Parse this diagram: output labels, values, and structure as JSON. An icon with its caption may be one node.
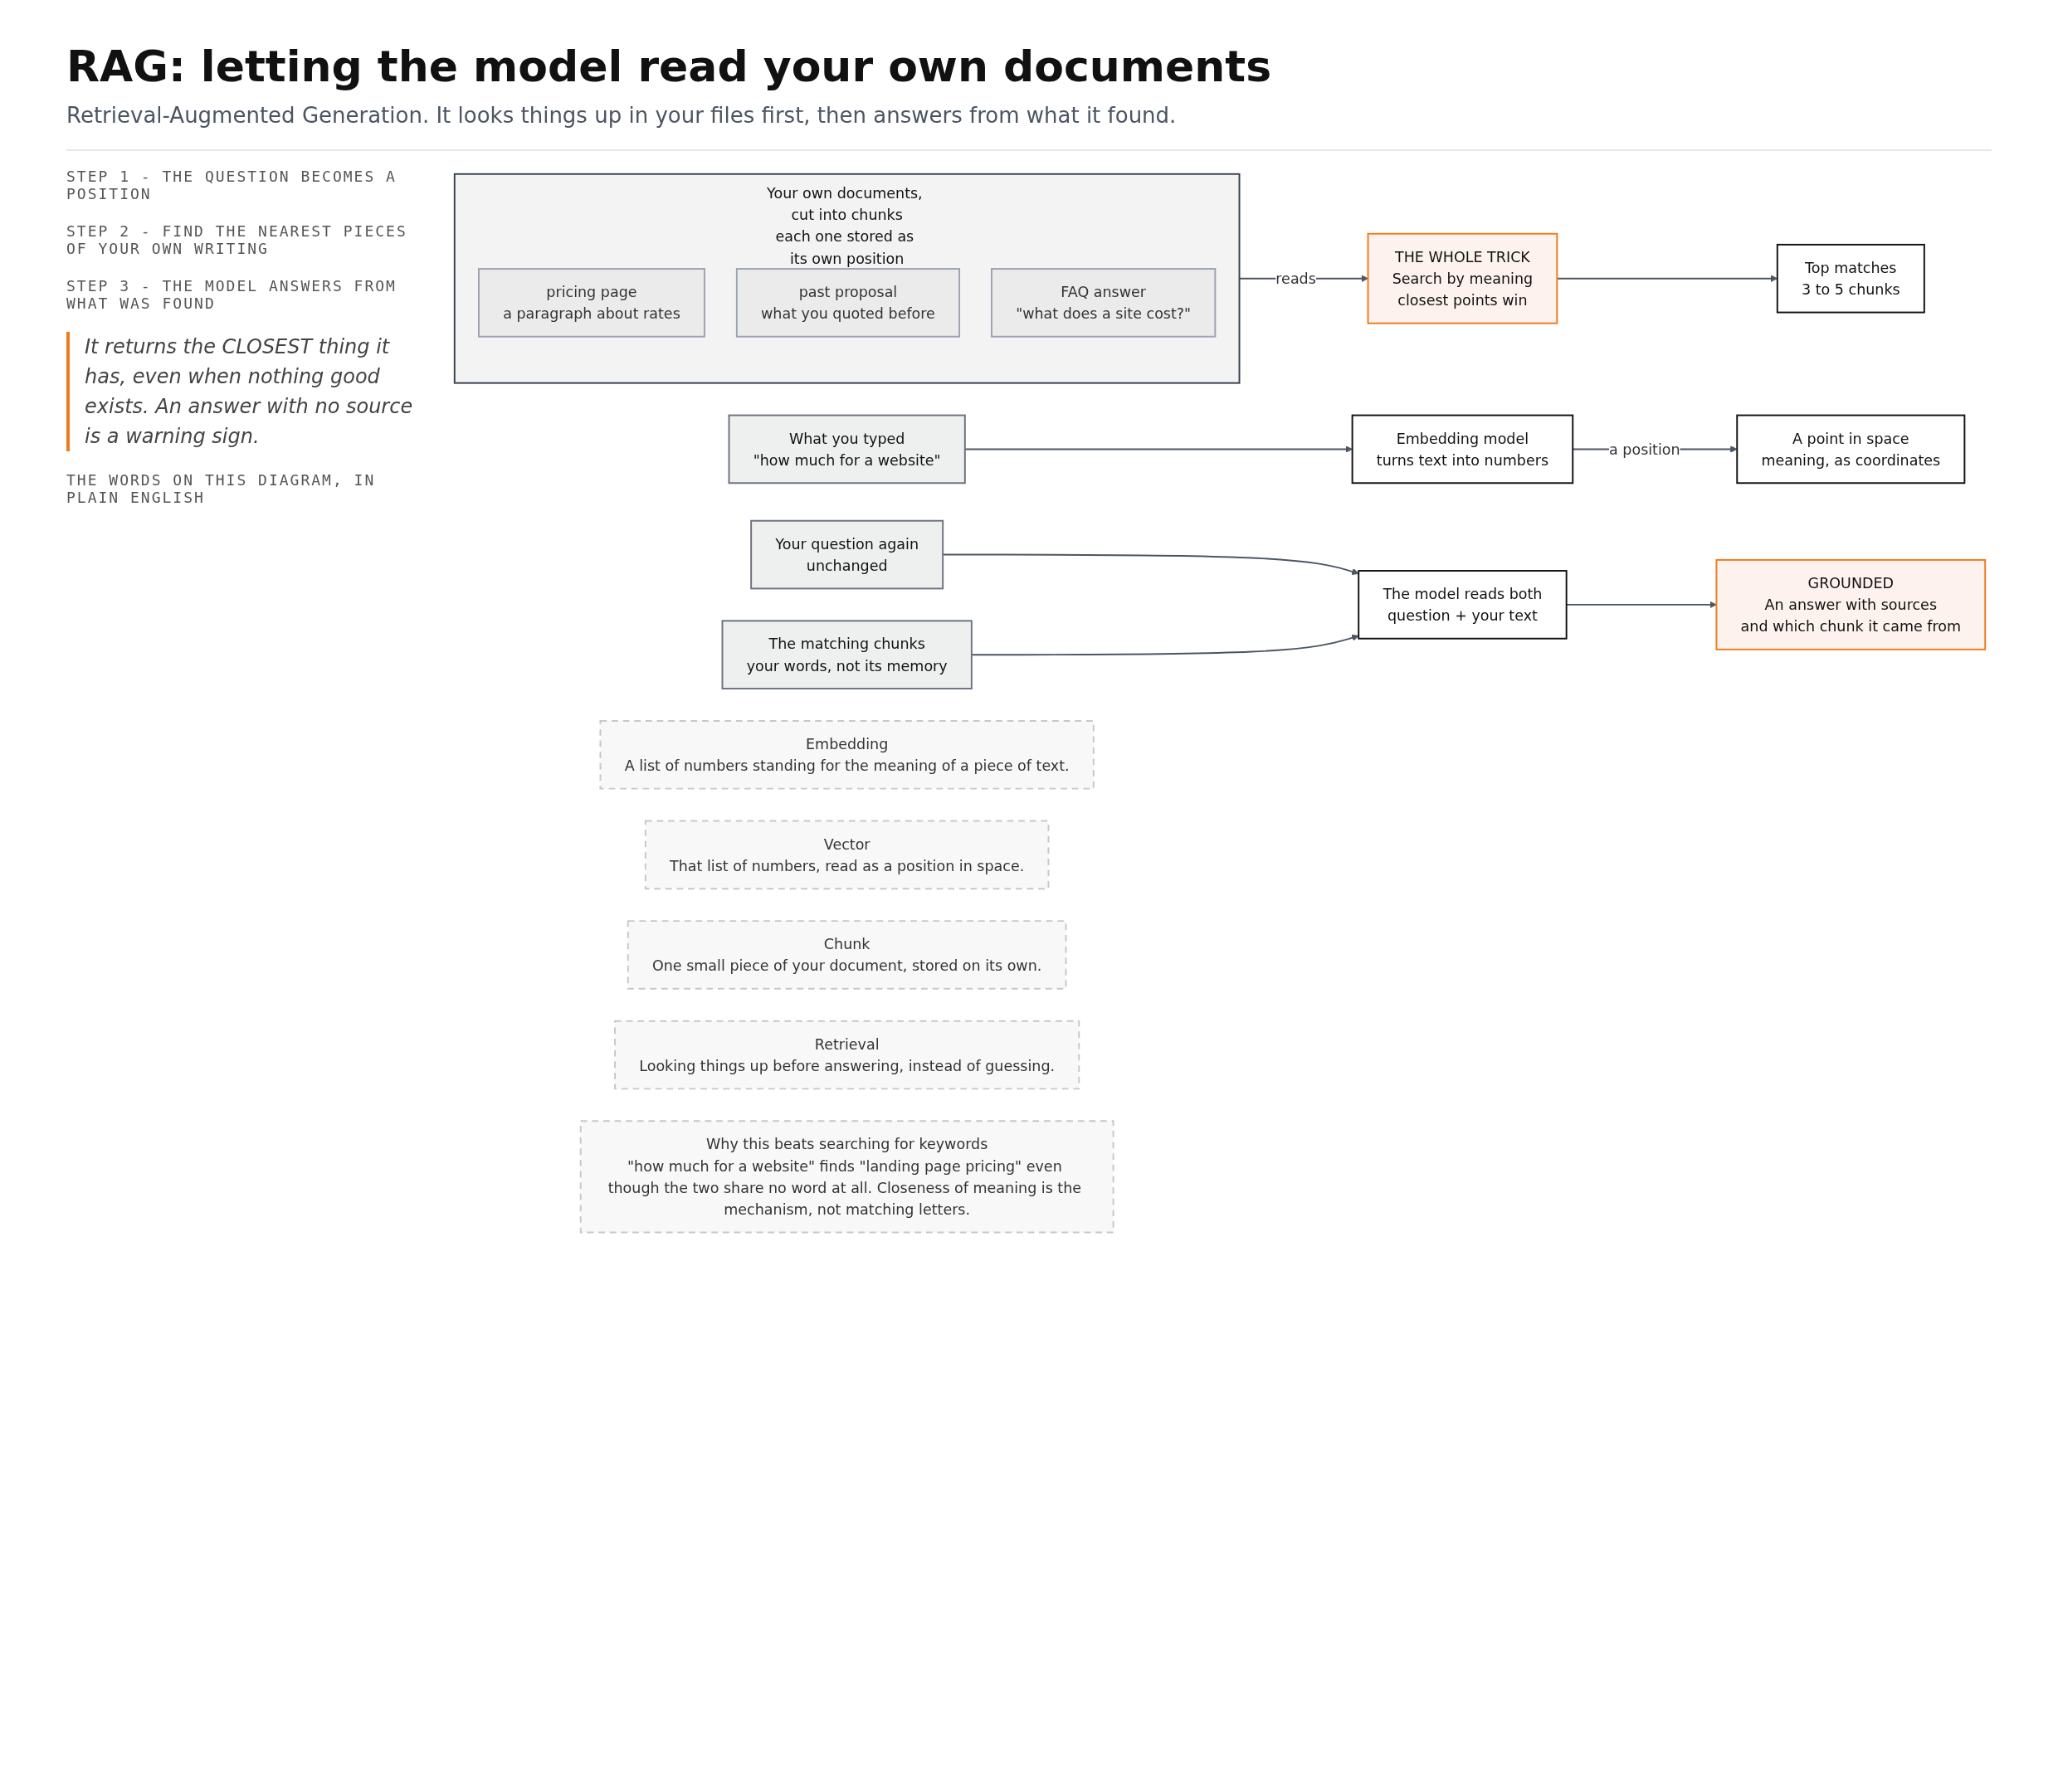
{
  "diagram": {
    "title": "RAG: letting the model read your own documents",
    "caption": "Retrieval-Augmented Generation. It looks things up in your files first, then answers from what it found.",
    "nodes": [
      {
        "text": [
          "What you typed",
          "\"how much for a website\""
        ]
      },
      {
        "text": [
          "Embedding model",
          "turns text into numbers"
        ]
      },
      {
        "text": [
          "A point in space",
          "meaning, as coordinates"
        ]
      },
      {
        "text": [
          "Your own documents, cut into chunks",
          "each one stored as its own position"
        ]
      },
      {
        "text": [
          "pricing page",
          "a paragraph about rates"
        ],
        "in": 3
      },
      {
        "text": [
          "past proposal",
          "what you quoted before"
        ],
        "in": 3
      },
      {
        "text": [
          "FAQ answer",
          "\"what does a site cost?\""
        ],
        "in": 3
      },
      {
        "text": [
          "THE WHOLE TRICK",
          "Search by meaning",
          "closest points win"
        ]
      },
      {
        "text": [
          "Top matches",
          "3 to 5 chunks"
        ]
      },
      {
        "text": [
          "Your question again",
          "unchanged"
        ]
      },
      {
        "text": [
          "The matching chunks",
          "your words, not its memory"
        ]
      },
      {
        "text": [
          "The model reads both",
          "question + your text"
        ]
      },
      {
        "text": [
          "GROUNDED",
          "An answer with sources",
          "and which chunk it came from"
        ]
      },
      {
        "text": [
          "Embedding",
          "A list of numbers standing for the meaning of a piece of text."
        ]
      },
      {
        "text": [
          "Vector",
          "That list of numbers, read as a position in space."
        ]
      },
      {
        "text": [
          "Chunk",
          "One small piece of your document, stored on its own."
        ]
      },
      {
        "text": [
          "Retrieval",
          "Looking things up before answering, instead of guessing."
        ]
      },
      {
        "text": [
          "Why this beats searching for keywords",
          "\"how much for a website\" finds \"landing page pricing\" even though the two share no word at all. Closeness of meaning is the mechanism, not matching letters."
        ]
      }
    ],
    "edges": [
      {
        "from": 0,
        "to": 1,
        "arrow": "to"
      },
      {
        "from": 1,
        "to": 2,
        "arrow": "to",
        "label": "a position"
      },
      {
        "from": 3,
        "to": 7,
        "arrow": "to",
        "label": "reads"
      },
      {
        "from": 7,
        "to": 8,
        "arrow": "to"
      },
      {
        "from": 9,
        "to": 11,
        "arrow": "to"
      },
      {
        "from": 10,
        "to": 11,
        "arrow": "to"
      },
      {
        "from": 11,
        "to": 12,
        "arrow": "to"
      }
    ],
    "labels": [
      "STEP 1 - THE QUESTION BECOMES A POSITION",
      "STEP 2 - FIND THE NEAREST PIECES OF YOUR OWN WRITING",
      "STEP 3 - THE MODEL ANSWERS FROM WHAT WAS FOUND",
      "It returns the CLOSEST thing it has, even when nothing good exists. An answer with no source is a warning sign.",
      "THE WORDS ON THIS DIAGRAM, IN PLAIN ENGLISH"
    ]
  }
}
